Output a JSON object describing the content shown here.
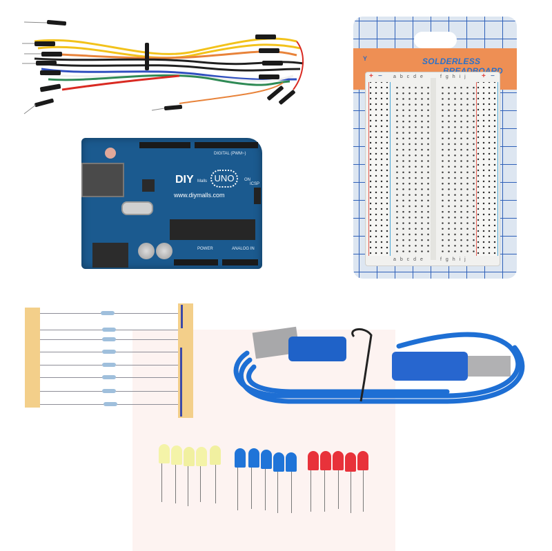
{
  "scene": {
    "description": "Arduino UNO starter kit product photo on white background",
    "background_color": "#ffffff",
    "backdrop_color": "#fdf3f1"
  },
  "items": {
    "jumper_wires": {
      "label": "Jumper wire bundle",
      "colors": [
        "#f2c21b",
        "#1f1f1f",
        "#f0f0f0",
        "#2f4fbf",
        "#e8833a",
        "#d92a22",
        "#2f8a55"
      ]
    },
    "breadboard": {
      "brand_line1": "SOLDERLESS",
      "brand_line2": "BREADBOARD",
      "corner_mark": "Y",
      "column_labels_left": "a b c d e",
      "column_labels_right": "f g h i j",
      "plus": "+",
      "minus": "−",
      "rows": 30,
      "package_band_color": "#ee8f54",
      "title_color": "#2a71c9"
    },
    "arduino": {
      "brand": "DIY",
      "brand_suffix": "Malls",
      "model": "UNO",
      "url": "www.diymalls.com",
      "digital_label": "DIGITAL (PWM~)",
      "power_label": "POWER",
      "analog_label": "ANALOG IN",
      "on_label": "ON",
      "icsp_label": "ICSP",
      "board_color": "#1b5a8f"
    },
    "resistors": {
      "count": 8,
      "tape_color": "#f3cf8a",
      "body_color": "#9fbfdc"
    },
    "usb_cable": {
      "label": "USB A to B cable",
      "color": "#1e6fd4"
    },
    "leds": {
      "groups": [
        {
          "color_name": "yellow",
          "color": "#f4f3a8",
          "count": 5
        },
        {
          "color_name": "blue",
          "color": "#1f74d8",
          "count": 5
        },
        {
          "color_name": "red",
          "color": "#e8323a",
          "count": 5
        }
      ]
    }
  }
}
